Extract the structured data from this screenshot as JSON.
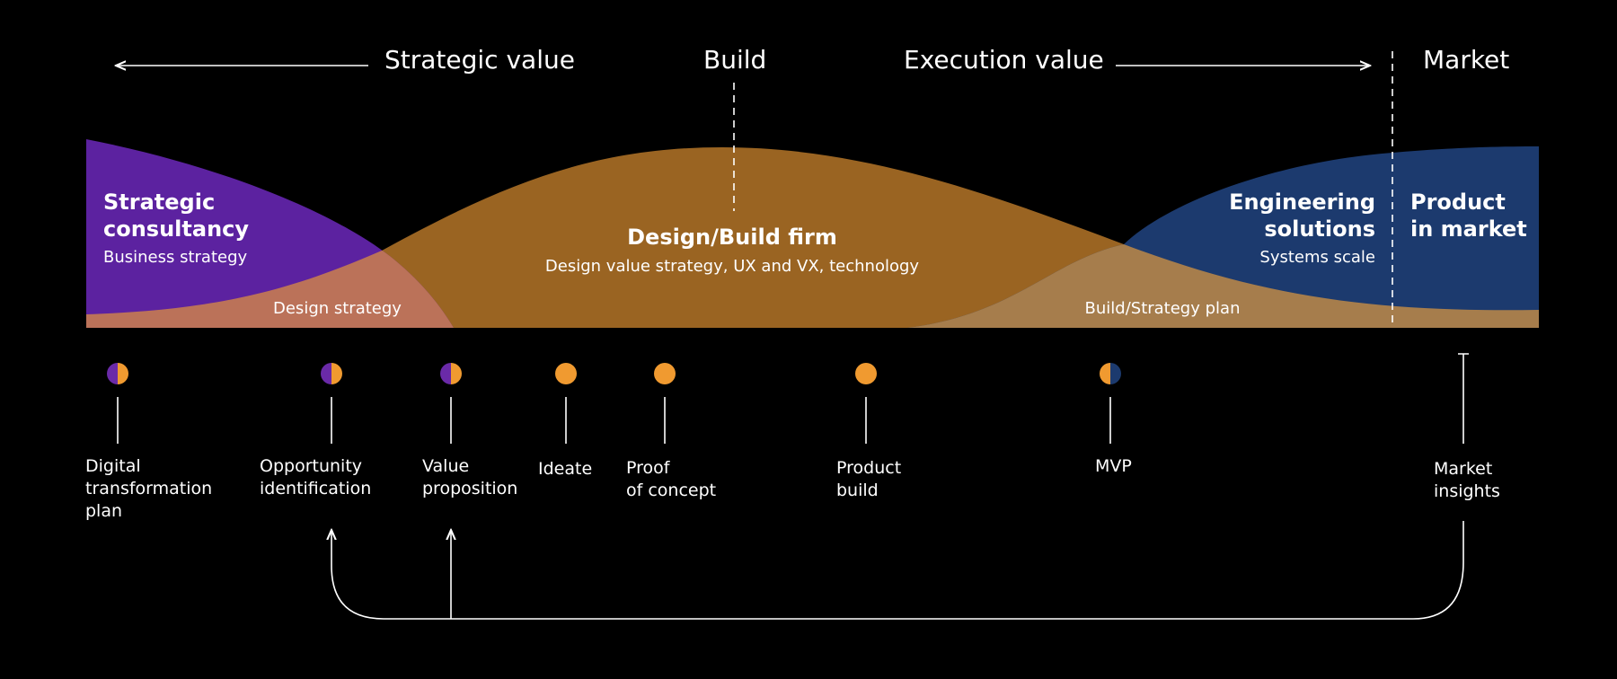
{
  "header": {
    "strategic_value": "Strategic value",
    "build": "Build",
    "execution_value": "Execution value",
    "market": "Market"
  },
  "regions": {
    "strategic": {
      "title_1": "Strategic",
      "title_2": "consultancy",
      "subtitle": "Business strategy"
    },
    "design_strategy": "Design strategy",
    "design_build": {
      "title": "Design/Build firm",
      "subtitle": "Design value strategy, UX and VX, technology"
    },
    "build_strategy_plan": "Build/Strategy plan",
    "engineering": {
      "title_1": "Engineering",
      "title_2": "solutions",
      "subtitle": "Systems scale"
    },
    "product": {
      "title_1": "Product",
      "title_2": "in market"
    }
  },
  "colors": {
    "purple": "#5c22a0",
    "orange": "#9a6422",
    "blue": "#1c3a6e",
    "pink_overlap": "#bb7259",
    "brown_overlap": "#a67d4c",
    "dot_purple": "#6a2aa8",
    "dot_orange": "#f09a30",
    "dot_blue": "#1c3a6e"
  },
  "milestones": [
    {
      "label": "Digital\ntransformation\nplan",
      "dot": "purple-orange"
    },
    {
      "label": "Opportunity\nidentification",
      "dot": "purple-orange"
    },
    {
      "label": "Value\nproposition",
      "dot": "purple-orange"
    },
    {
      "label": "Ideate",
      "dot": "orange"
    },
    {
      "label": "Proof\nof concept",
      "dot": "orange"
    },
    {
      "label": "Product\nbuild",
      "dot": "orange"
    },
    {
      "label": "MVP",
      "dot": "orange-blue"
    },
    {
      "label": "Market\ninsights",
      "dot": "none"
    }
  ]
}
